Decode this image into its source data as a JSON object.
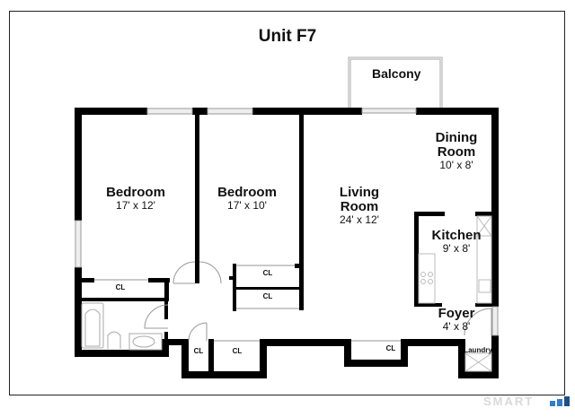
{
  "title": "Unit F7",
  "rooms": [
    {
      "name": "Bedroom",
      "dims": "17' x 12'"
    },
    {
      "name": "Bedroom",
      "dims": "17' x 10'"
    },
    {
      "name": "Living Room",
      "name_line1": "Living",
      "name_line2": "Room",
      "dims": "24' x 12'"
    },
    {
      "name": "Dining Room",
      "name_line1": "Dining",
      "name_line2": "Room",
      "dims": "10' x 8'"
    },
    {
      "name": "Kitchen",
      "dims": "9' x 8'"
    },
    {
      "name": "Foyer",
      "dims": "4' x 8'"
    },
    {
      "name": "Balcony"
    }
  ],
  "closets": [
    "CL",
    "CL",
    "CL",
    "CL",
    "CL",
    "CL"
  ],
  "laundry": "Laundry",
  "watermark": "SMART",
  "colors": {
    "wall": "#000000",
    "fixture": "#bbbbbb",
    "frame": "#222222",
    "watermark": "#d9d9d9",
    "brand_blue": "#2e7dd1"
  }
}
